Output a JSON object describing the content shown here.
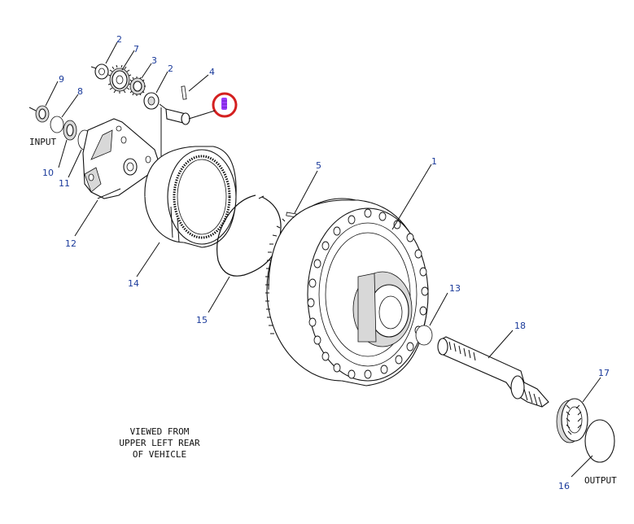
{
  "labels": {
    "input": "INPUT",
    "output": "OUTPUT",
    "view_line1": "VIEWED FROM",
    "view_line2": "UPPER LEFT REAR",
    "view_line3": "OF VEHICLE"
  },
  "callouts": {
    "c1": "1",
    "c2a": "2",
    "c2b": "2",
    "c3": "3",
    "c4": "4",
    "c5": "5",
    "c7": "7",
    "c8": "8",
    "c9": "9",
    "c10": "10",
    "c11": "11",
    "c12": "12",
    "c13": "13",
    "c14": "14",
    "c15": "15",
    "c16": "16",
    "c17": "17",
    "c18": "18"
  },
  "colors": {
    "callout_text": "#1a3a9a",
    "highlight_ring": "#d42020",
    "highlight_part": "#9b3cff"
  }
}
